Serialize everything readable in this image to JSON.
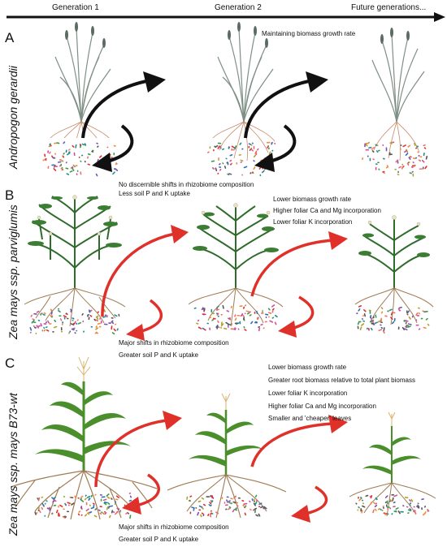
{
  "timeline": {
    "gen1": "Generation 1",
    "gen2": "Generation 2",
    "future": "Future generations..."
  },
  "panels": {
    "a": {
      "letter": "A",
      "species": "Andropogon gerardii",
      "note_top": "Maintaining biomass growth rate",
      "note_bottom_1": "No discernible shifts in rhizobiome composition",
      "note_bottom_2": "Less soil P and K uptake"
    },
    "b": {
      "letter": "B",
      "species": "Zea mays ssp. parviglumis",
      "note_top_1": "Lower biomass growth rate",
      "note_top_2": "Higher foliar Ca and Mg incorporation",
      "note_top_3": "Lower foliar K incorporation",
      "note_bottom_1": "Major shifts in rhizobiome composition",
      "note_bottom_2": "Greater soil P and K uptake"
    },
    "c": {
      "letter": "C",
      "species": "Zea mays ssp. mays B73-wt",
      "note_top_1": "Lower biomass growth rate",
      "note_top_2": "Greater root biomass relative to total plant biomass",
      "note_top_3": "Lower foliar K incorporation",
      "note_top_4": "Higher foliar Ca and Mg incorporation",
      "note_top_5": "Smaller and 'cheaper' leaves",
      "note_bottom_1": "Major shifts in rhizobiome composition",
      "note_bottom_2": "Greater soil P and K uptake"
    }
  },
  "colors": {
    "grass": "#7f8f86",
    "teosinte": "#2f6b2a",
    "maize": "#4a8f2c",
    "root_a": "#c98a6a",
    "root": "#a07c55",
    "arrow_a": "#111111",
    "arrow_bc": "#e0302a"
  }
}
